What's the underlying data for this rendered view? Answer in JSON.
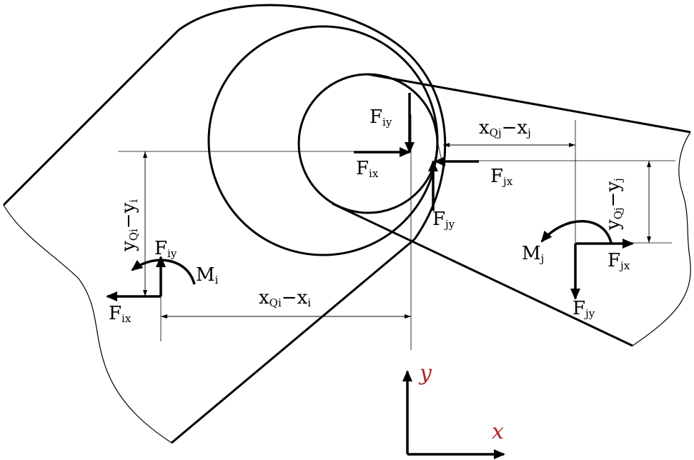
{
  "labels": {
    "fiy_top": {
      "main": "F",
      "sub": "iy"
    },
    "fix_mid": {
      "main": "F",
      "sub": "ix"
    },
    "fjx_mid": {
      "main": "F",
      "sub": "jx"
    },
    "fjy_mid": {
      "main": "F",
      "sub": "jy"
    },
    "dim_xj": {
      "a": "x",
      "asub": "Qj",
      "b": "−x",
      "bsub": "j"
    },
    "dim_yj": {
      "a": "y",
      "asub": "Qj",
      "b": "−y",
      "bsub": "j"
    },
    "dim_yi": {
      "a": "y",
      "asub": "Qi",
      "b": "−y",
      "bsub": "i"
    },
    "dim_xi": {
      "a": "x",
      "asub": "Qi",
      "b": "−x",
      "bsub": "i"
    },
    "fiy_left": {
      "main": "F",
      "sub": "iy"
    },
    "fix_left": {
      "main": "F",
      "sub": "ix"
    },
    "mi": {
      "main": "M",
      "sub": "i"
    },
    "mj": {
      "main": "M",
      "sub": "j"
    },
    "fjx_right": {
      "main": "F",
      "sub": "jx"
    },
    "fjy_right": {
      "main": "F",
      "sub": "jy"
    }
  },
  "axes": {
    "x": "x",
    "y": "y"
  },
  "colors": {
    "axis_label": "#b22222",
    "stroke": "#000000"
  }
}
